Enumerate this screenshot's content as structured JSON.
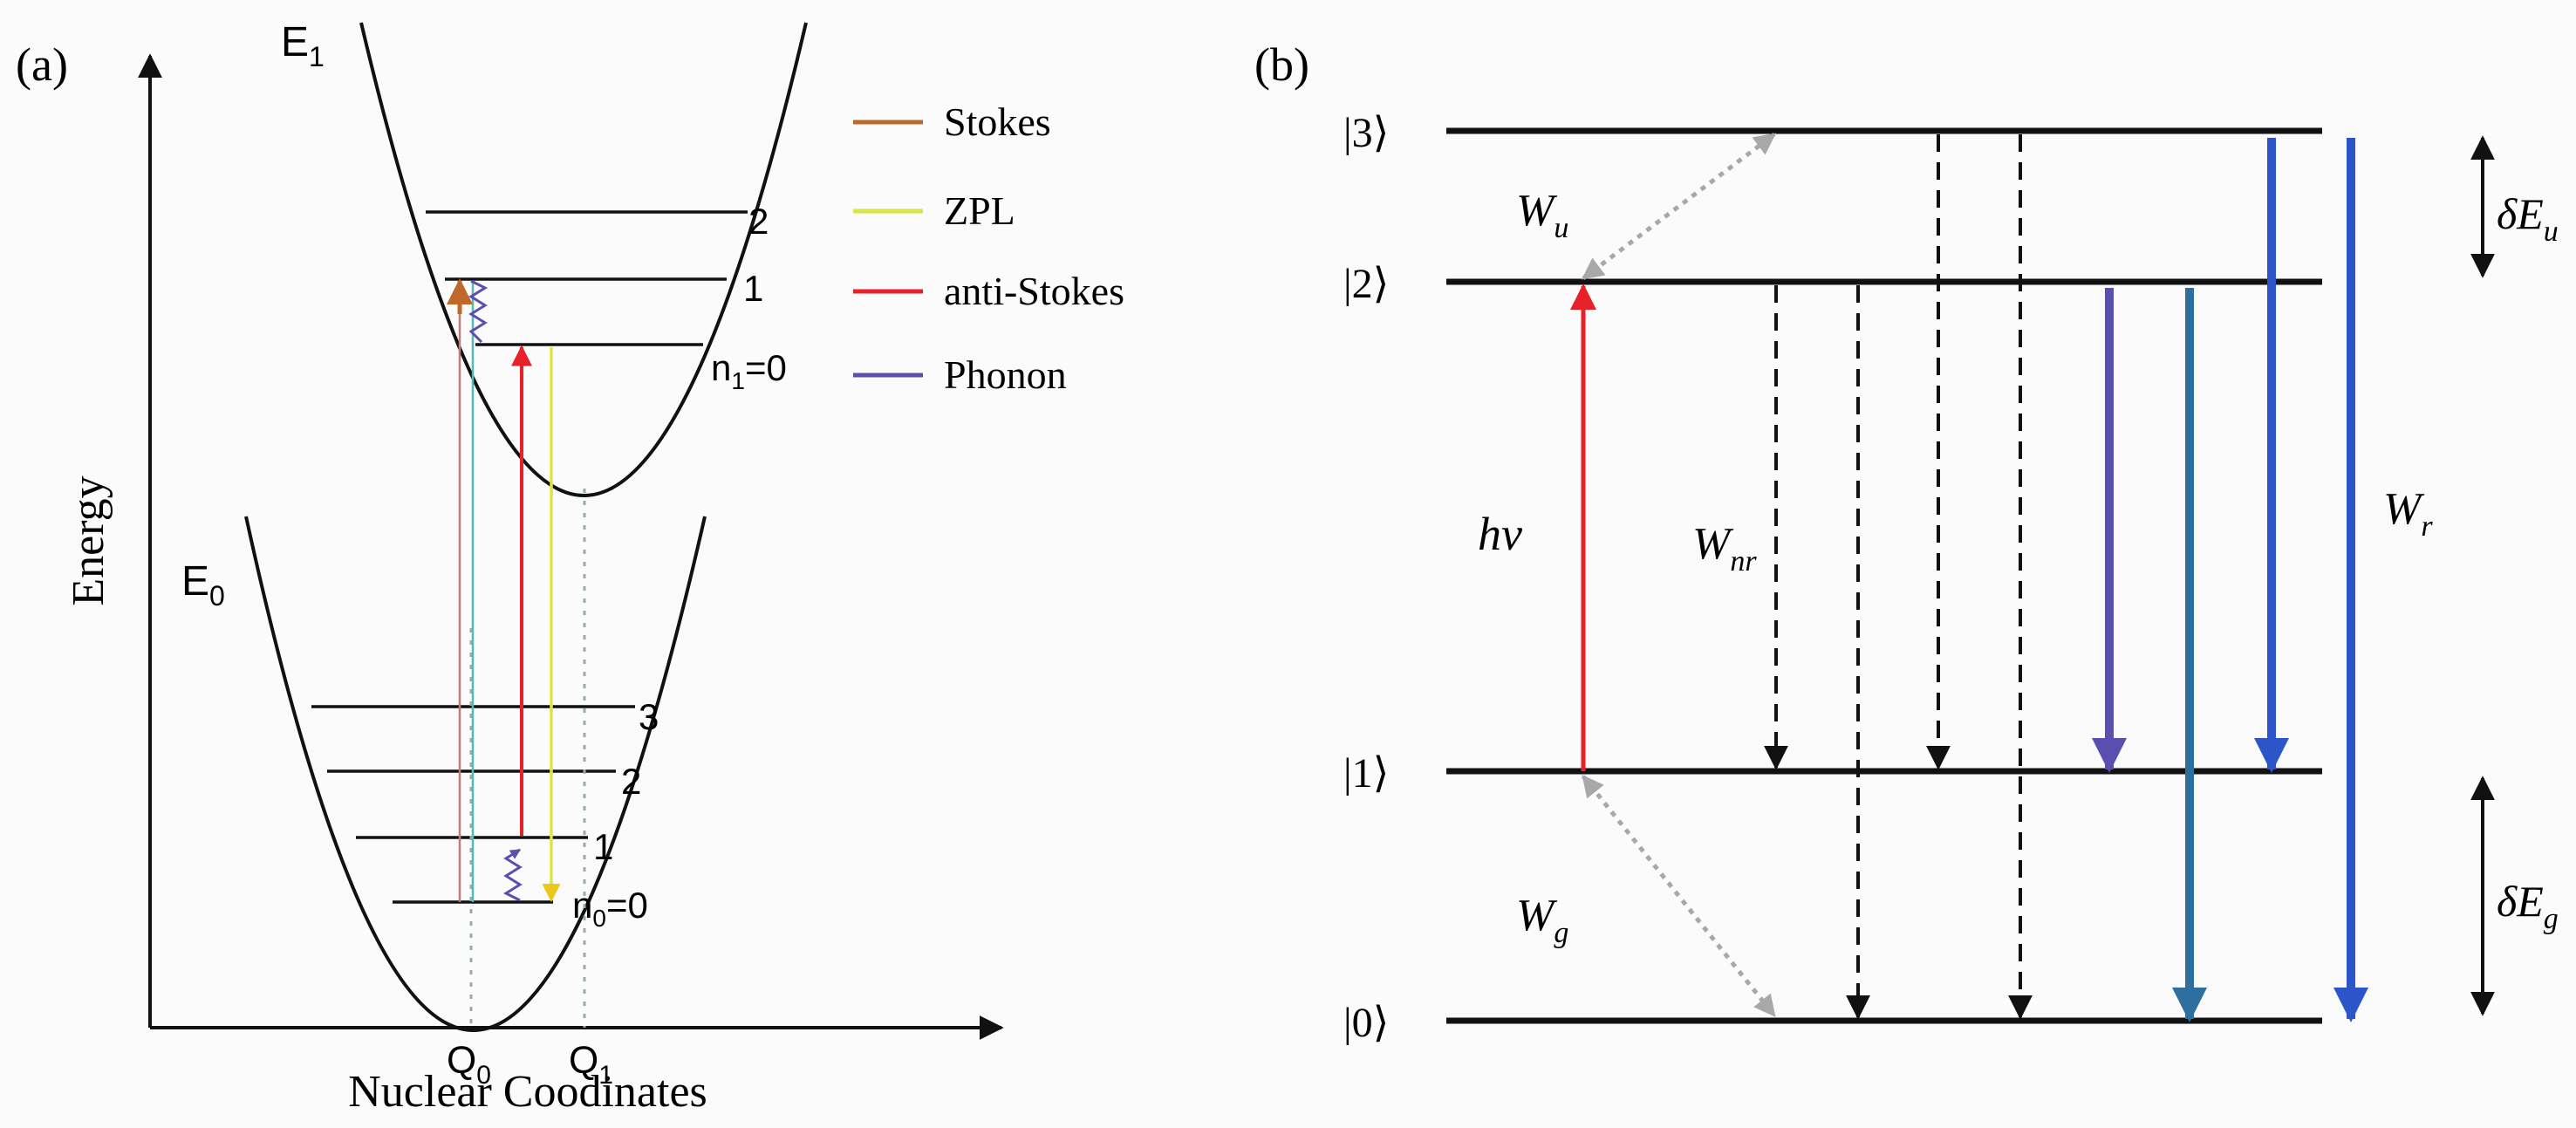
{
  "panel_a": {
    "label": "(a)",
    "upper_curve_label": "E",
    "upper_curve_sub": "1",
    "lower_curve_label": "E",
    "lower_curve_sub": "0",
    "y_axis_label": "Energy",
    "x_axis_label": "Nuclear Coodinates",
    "q0_label": "Q",
    "q0_sub": "0",
    "q1_label": "Q",
    "q1_sub": "1",
    "upper_levels": {
      "lvl2": "2",
      "lvl1": "1",
      "lvl0_main": "n",
      "lvl0_sub": "1",
      "lvl0_rest": "=0"
    },
    "lower_levels": {
      "lvl3": "3",
      "lvl2": "2",
      "lvl1": "1",
      "lvl0_main": "n",
      "lvl0_sub": "0",
      "lvl0_rest": "=0"
    },
    "legend": [
      {
        "label": "Stokes",
        "color": "#c0672a"
      },
      {
        "label": "ZPL",
        "color": "#d9e64a"
      },
      {
        "label": "anti-Stokes",
        "color": "#e8202a"
      },
      {
        "label": "Phonon",
        "color": "#5a4fae"
      }
    ]
  },
  "panel_b": {
    "label": "(b)",
    "states": [
      "|3⟩",
      "|2⟩",
      "|1⟩",
      "|0⟩"
    ],
    "excitation": {
      "main": "hv"
    },
    "w_u": {
      "main": "W",
      "sub": "u"
    },
    "w_g": {
      "main": "W",
      "sub": "g"
    },
    "w_nr": {
      "main": "W",
      "sub": "nr"
    },
    "w_r": {
      "main": "W",
      "sub": "r"
    },
    "de_u": {
      "main": "δE",
      "sub": "u"
    },
    "de_g": {
      "main": "δE",
      "sub": "g"
    },
    "colors": {
      "excitation": "#e8202a",
      "radiative_purple": "#5a4fae",
      "radiative_teal": "#2e6fa0",
      "radiative_blue": "#2b55c8",
      "relaxation": "#a8a8a8"
    }
  }
}
